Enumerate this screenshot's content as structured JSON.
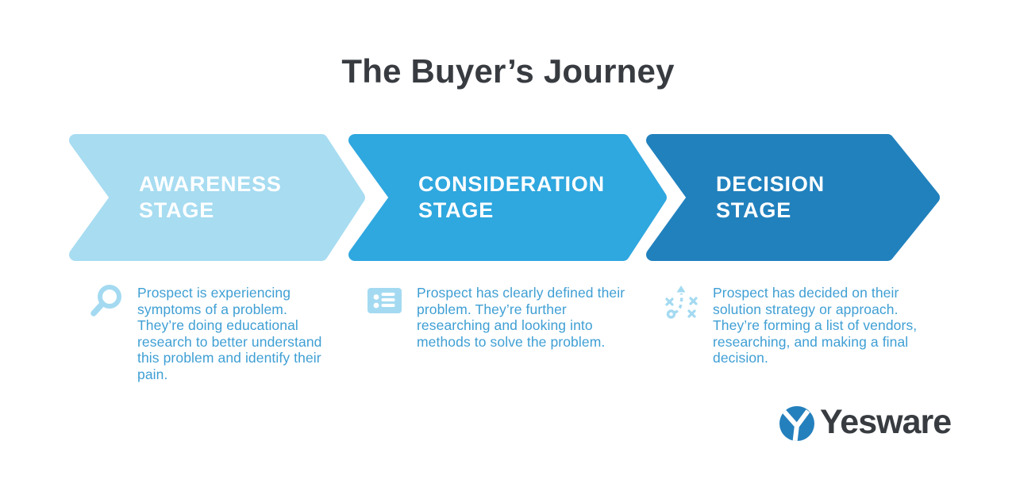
{
  "title": "The Buyer’s Journey",
  "palette": {
    "title_color": "#383c41",
    "description_text_color": "#3f9fd4",
    "icon_color": "#a4daf1",
    "white": "#ffffff"
  },
  "stages": [
    {
      "label_line1": "AWARENESS",
      "label_line2": "STAGE",
      "color": "#a7dcf1",
      "icon": "magnifier-icon",
      "description": "Prospect is experiencing symptoms of a problem. They’re doing educational research to better understand this problem and identify their pain."
    },
    {
      "label_line1": "CONSIDERATION",
      "label_line2": "STAGE",
      "color": "#2fa7df",
      "icon": "list-icon",
      "description": "Prospect has clearly defined their problem. They’re further researching and looking into methods to solve the problem."
    },
    {
      "label_line1": "DECISION",
      "label_line2": "STAGE",
      "color": "#2181bd",
      "icon": "strategy-icon",
      "description": "Prospect has decided on their solution strategy or approach. They’re forming a list of vendors, researching, and making a final decision."
    }
  ],
  "brand": {
    "name": "Yesware",
    "mark_color": "#2480bd",
    "wordmark_color": "#383c41"
  }
}
